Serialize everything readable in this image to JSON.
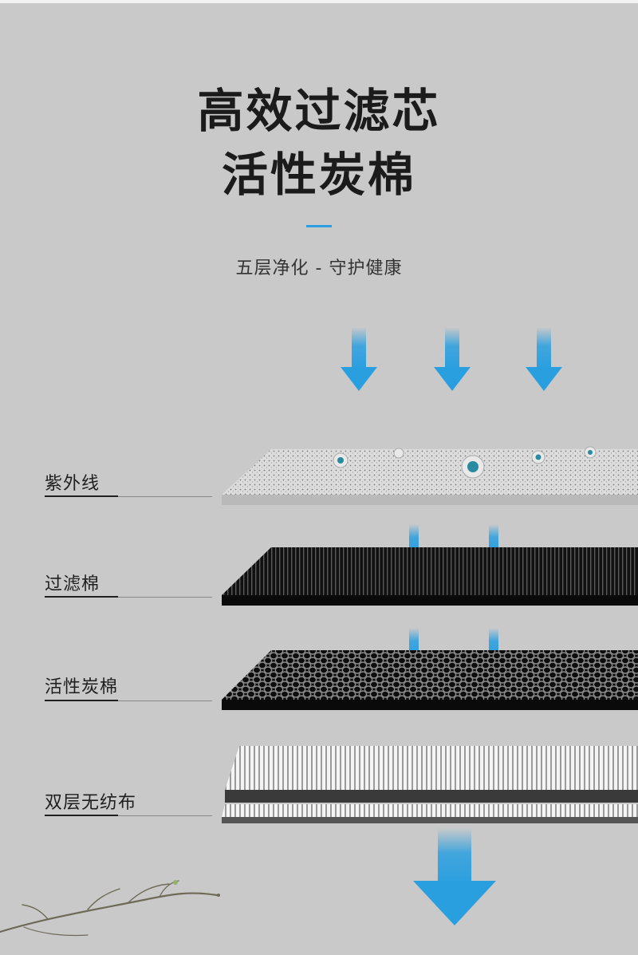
{
  "header": {
    "title_line1": "高效过滤芯",
    "title_line2": "活性炭棉",
    "subtitle": "五层净化 - 守护健康"
  },
  "colors": {
    "background": "#c9c9c9",
    "accent": "#2a9fe0",
    "arrow": "#2a9fe0"
  },
  "layers": [
    {
      "label": "紫外线",
      "icon": "uv-layer"
    },
    {
      "label": "过滤棉",
      "icon": "filter-cotton-layer"
    },
    {
      "label": "活性炭棉",
      "icon": "activated-carbon-layer"
    },
    {
      "label": "双层无纺布",
      "icon": "non-woven-fabric-layer"
    }
  ]
}
